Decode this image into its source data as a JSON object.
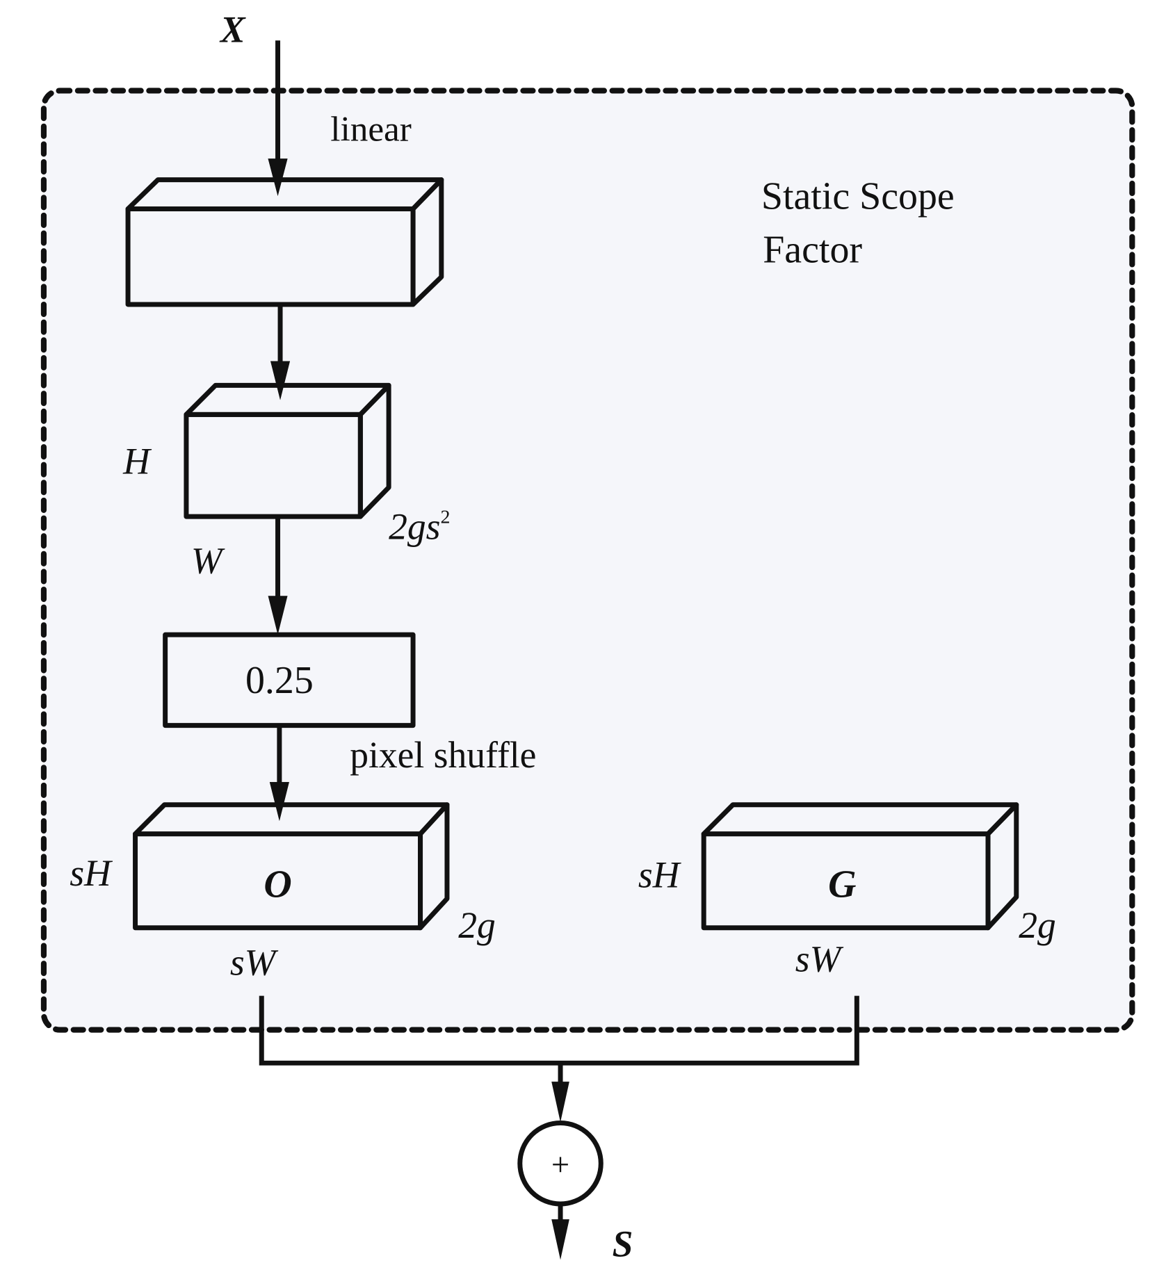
{
  "figure": {
    "input_label": "X",
    "output_label": "S",
    "scope_title_line1": "Static Scope",
    "scope_title_line2": "Factor",
    "linear_label": "linear",
    "pixel_shuffle_label": "pixel shuffle",
    "scale_value": "0.25",
    "sum_symbol": "+",
    "blocks": {
      "linear": {
        "fill_front": "#dcdede",
        "fill_top": "#eef0f0",
        "fill_side": "#d0d8da"
      },
      "feature": {
        "height_label": "H",
        "width_label": "W",
        "depth_label_base": "2gs",
        "depth_label_sup": "2",
        "fill_front": "#cddff0",
        "fill_top": "#e3edf7",
        "fill_side": "#b2cde6"
      },
      "scale": {
        "fill": "#d9cfe4"
      },
      "offset": {
        "name": "O",
        "height_label": "sH",
        "width_label": "sW",
        "depth_label": "2g",
        "fill_front": "#efd6e3",
        "fill_top": "#f6e6ee",
        "fill_side": "#e4bfd8"
      },
      "grid": {
        "name": "G",
        "height_label": "sH",
        "width_label": "sW",
        "depth_label": "2g",
        "fill_front": "#dcd6d6",
        "fill_top": "#eeebea",
        "fill_side": "#cbc3c2"
      }
    },
    "colors": {
      "scope_bg": "#f5f6fa",
      "stroke": "#111111"
    }
  }
}
